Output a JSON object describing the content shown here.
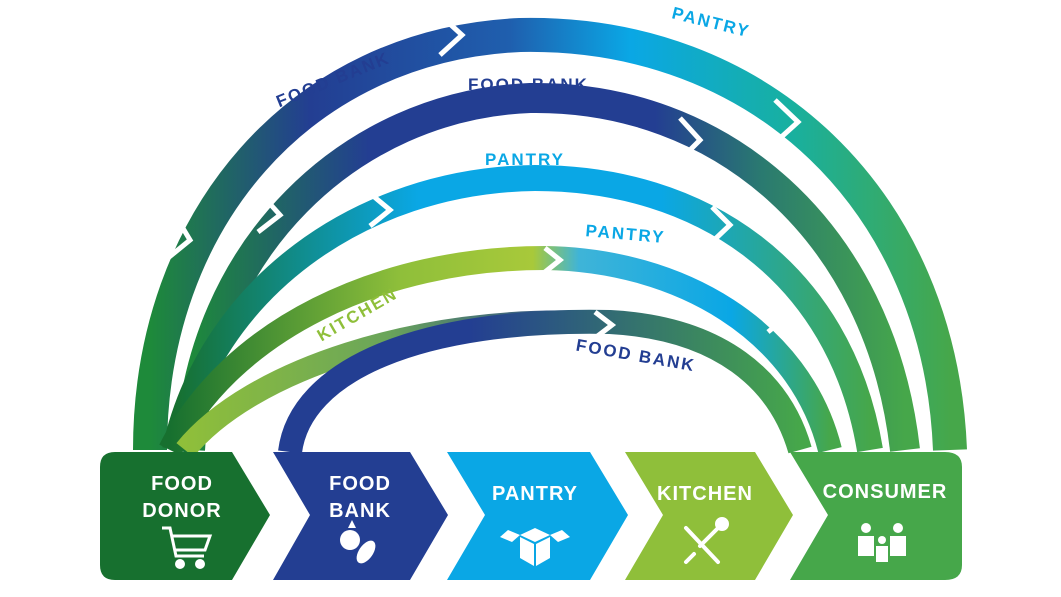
{
  "stages": [
    {
      "line1": "FOOD",
      "line2": "DONOR",
      "icon": "shopping-cart-icon",
      "color": "#17702f"
    },
    {
      "line1": "FOOD",
      "line2": "BANK",
      "icon": "vegetables-icon",
      "color": "#233e92"
    },
    {
      "line1": "PANTRY",
      "line2": "",
      "icon": "open-box-icon",
      "color": "#0aa7e5"
    },
    {
      "line1": "KITCHEN",
      "line2": "",
      "icon": "utensils-icon",
      "color": "#8fbf3a"
    },
    {
      "line1": "CONSUMER",
      "line2": "",
      "icon": "family-icon",
      "color": "#46a74a"
    }
  ],
  "arcs": {
    "outer_food_bank": "FOOD BANK",
    "outer_pantry": "PANTRY",
    "second_food_bank": "FOOD BANK",
    "third_pantry": "PANTRY",
    "fourth_kitchen": "KITCHEN",
    "fourth_pantry": "PANTRY",
    "inner_food_bank": "FOOD BANK"
  },
  "colors": {
    "dark_green": "#17702f",
    "navy": "#233e92",
    "sky_blue": "#0aa7e5",
    "lime": "#8fbf3a",
    "green": "#46a74a"
  }
}
